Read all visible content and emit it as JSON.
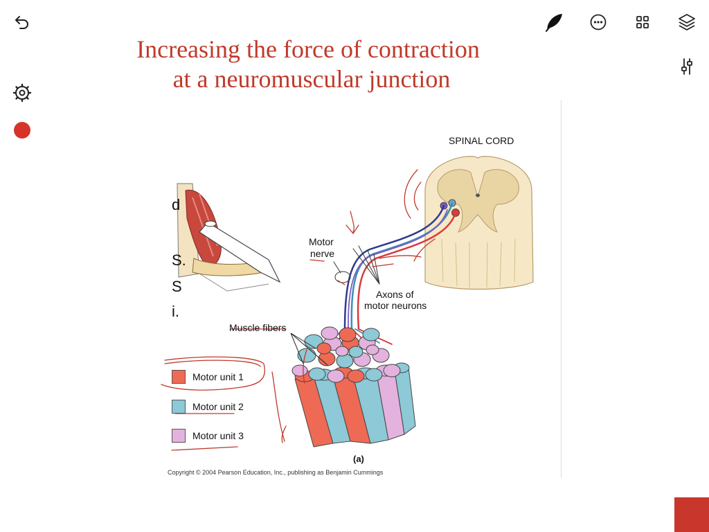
{
  "title": {
    "line1": "Increasing the force of contraction",
    "line2": "at a neuromuscular junction"
  },
  "toolbar": {
    "left": [
      {
        "icon": "undo-icon"
      },
      {
        "icon": "settings-icon"
      },
      {
        "icon": "record-dot-icon",
        "color": "#d6342a"
      }
    ],
    "right": [
      {
        "icon": "pen-feather-icon"
      },
      {
        "icon": "more-icon"
      },
      {
        "icon": "grid-icon"
      },
      {
        "icon": "layers-icon"
      },
      {
        "icon": "adjust-sliders-icon"
      }
    ]
  },
  "figure": {
    "labels": {
      "spinal_cord": "SPINAL CORD",
      "motor_nerve_1": "Motor",
      "motor_nerve_2": "nerve",
      "axons_1": "Axons of",
      "axons_2": "motor neurons",
      "muscle_fibers": "Muscle fibers",
      "panel": "(a)",
      "copyright": "Copyright © 2004 Pearson Education, Inc., publishing as Benjamin Cummings",
      "clipped_1": "d",
      "clipped_2": "S.",
      "clipped_3": "S",
      "clipped_4": "i."
    },
    "legend": [
      {
        "label": "Motor unit 1",
        "color": "#ef6a55"
      },
      {
        "label": "Motor unit 2",
        "color": "#8dc9d6"
      },
      {
        "label": "Motor unit 3",
        "color": "#e3b2de"
      }
    ]
  },
  "colors": {
    "accent": "#c9372c",
    "title": "#c0392b",
    "annotation_ink": "#c0392b"
  }
}
